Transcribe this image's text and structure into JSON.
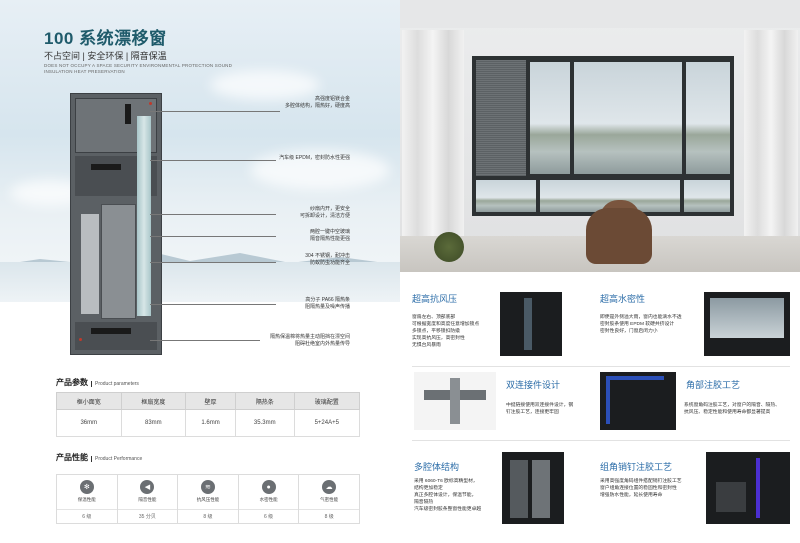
{
  "left": {
    "title": "100 系统漂移窗",
    "subtitle": "不占空间 | 安全环保 | 隔音保温",
    "subtitle_en": "DOES NOT OCCUPY A SPACE SECURITY ENVIRONMENTAL PROTECTION SOUND INSULATION HEAT PRESERVATION",
    "callouts": [
      "高强度铝镁合金\n多腔体结构，隔热好，硬度高",
      "汽车级 EPDM，密封防水性更强",
      "纱扇内开，更安全\n可拆卸设计，清洁方便",
      "两腔一键中空玻璃\n隔音隔热性能更强",
      "304 不锈钢，耐冲击\n防蚁防虫功能齐全",
      "高分子 PA66 隔热条\n阻隔热量及噪声传播",
      "隔热保温棉将热量主动阻挡在漂空间\n阻碍杜绝室内外热量传导"
    ],
    "params": {
      "heading": "产品参数",
      "heading_en": "Product parameters",
      "headers": [
        "框小面宽",
        "框扇宽度",
        "壁厚",
        "隔热条",
        "玻璃配置"
      ],
      "values": [
        "36mm",
        "83mm",
        "1.6mm",
        "35.3mm",
        "5+24A+5"
      ]
    },
    "performance": {
      "heading": "产品性能",
      "heading_en": "Product Performance",
      "items": [
        {
          "label": "保温性能",
          "value": "6 级",
          "icon": "snowflake-icon",
          "glyph": "✻"
        },
        {
          "label": "隔音性能",
          "value": "35 分贝",
          "icon": "speaker-icon",
          "glyph": "◀"
        },
        {
          "label": "抗风压性能",
          "value": "8 级",
          "icon": "wind-icon",
          "glyph": "≋"
        },
        {
          "label": "水密性能",
          "value": "6 级",
          "icon": "water-drop-icon",
          "glyph": "●"
        },
        {
          "label": "气密性能",
          "value": "8 级",
          "icon": "cloud-icon",
          "glyph": "☁"
        }
      ]
    }
  },
  "right": {
    "features": [
      {
        "title": "超高抗风压",
        "text": "窗扇左右、顶部底部\n可根据宽度和高度任意增加锁点\n多锁点，平移锁扣防撬\n实现高抗风压，高密封性\n无惧台风暴雨"
      },
      {
        "title": "超高水密性",
        "text": "即便是外侧溢大雨，窗内也能滴水不透\n密封胶条使用 EPDM 软硬共挤设计\n密封性良好，门窗启闭力小"
      },
      {
        "title": "双连接件设计",
        "text": "中挺链接使用双连接件设计，钢\n钉注胶工艺，连接更牢固"
      },
      {
        "title": "角部注胶工艺",
        "text": "系统窗角码注胶工艺，对窗户的隔音、隔热、\n抗风压、稳定性能和使用寿命都显著提高"
      },
      {
        "title": "多腔体结构",
        "text": "采用 6060-T6 欧标高精型材，\n结构更加稳定\n真正多腔体设计，保温节能，\n隔音隔热\n汽车级密封胶条整窗性能更卓越"
      },
      {
        "title": "组角销钉注胶工艺",
        "text": "采用高强度角码组件搭配销钉注胶工艺\n窗户组角连接位置的稳固性和密封性\n增强防水性能，延长使用寿命"
      }
    ]
  },
  "colors": {
    "title": "#1f5b6b",
    "feature_title": "#2c6da8",
    "profile": "#5b6064"
  }
}
